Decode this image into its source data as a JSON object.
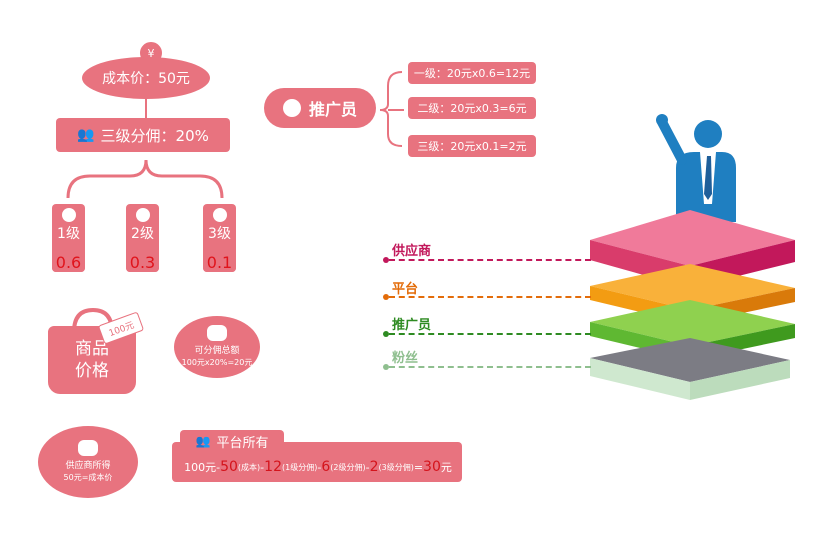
{
  "cost": {
    "label": "成本价：50元"
  },
  "commission_type": {
    "label": "三级分佣：20%"
  },
  "levels": [
    {
      "name": "1级",
      "rate": "0.6"
    },
    {
      "name": "2级",
      "rate": "0.3"
    },
    {
      "name": "3级",
      "rate": "0.1"
    }
  ],
  "product": {
    "line1": "商品",
    "line2": "价格",
    "tag": "100元"
  },
  "commission_total": {
    "title": "可分佣总额",
    "formula": "100元x20%=20元"
  },
  "supplier": {
    "title": "供应商所得",
    "formula": "50元=成本价"
  },
  "platform": {
    "title": "平台所有",
    "eq": {
      "a": "100元-",
      "b": "50",
      "c": "(成本)",
      "d": "-",
      "e": "12",
      "f": "(1级分佣)",
      "g": "-",
      "h": "6",
      "i": "(2级分佣)",
      "j": "-",
      "k": "2",
      "l": "(3级分佣)",
      "m": "=",
      "n": "30",
      "o": "元"
    }
  },
  "promoter": {
    "label": "推广员"
  },
  "calculations": [
    "一级：20元x0.6=12元",
    "二级：20元x0.3=6元",
    "三级：20元x0.1=2元"
  ],
  "layers": [
    {
      "label": "供应商",
      "color": "#c2185b"
    },
    {
      "label": "平台",
      "color": "#e36c09"
    },
    {
      "label": "推广员",
      "color": "#2e8b22"
    },
    {
      "label": "粉丝",
      "color": "#8fbf8f"
    }
  ],
  "colors": {
    "accent": "#e8737f",
    "highlight": "#e0141c"
  }
}
